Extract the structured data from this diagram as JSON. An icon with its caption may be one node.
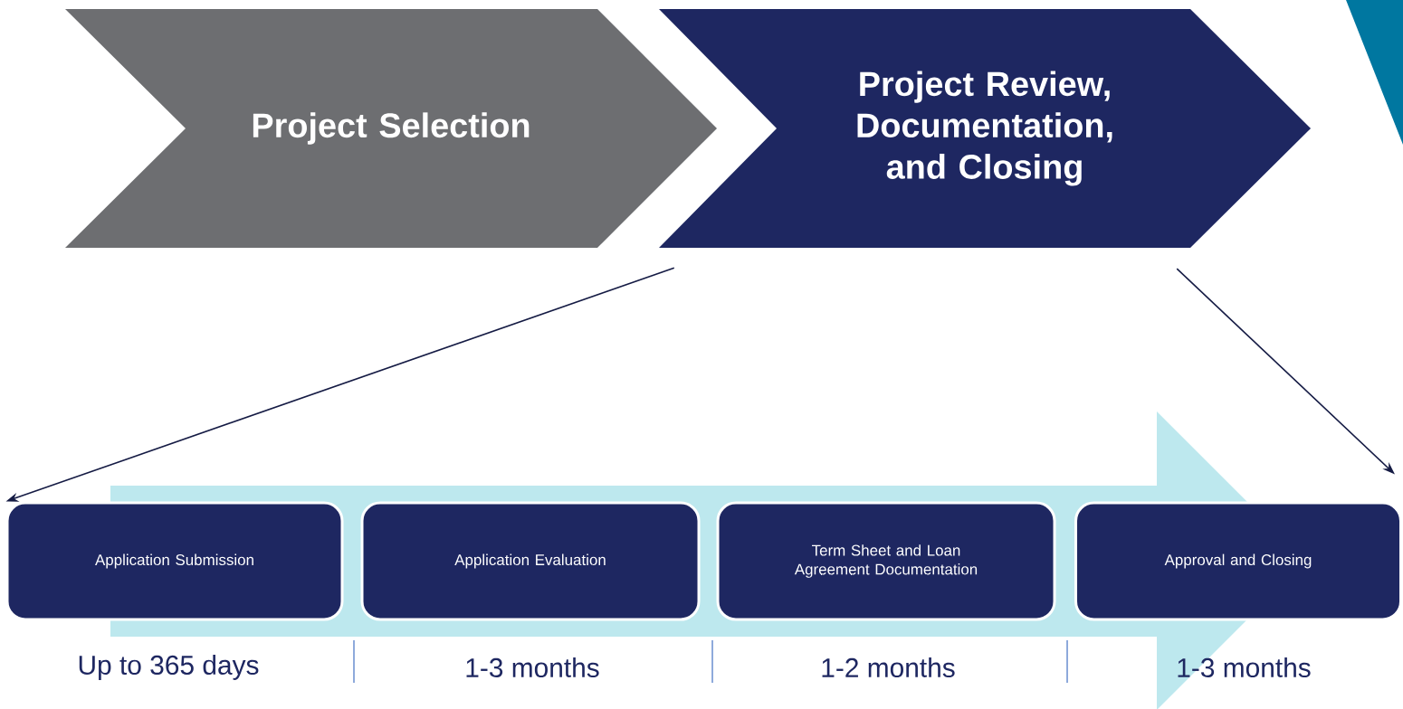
{
  "diagram": {
    "nodes": [
      {
        "text": [
          "Project Selection"
        ]
      },
      {
        "text": [
          "Project Review, Documentation, and Closing"
        ]
      },
      {
        "text": [
          "Application Submission"
        ],
        "beside": [
          "Up to 365 days"
        ]
      },
      {
        "text": [
          "Application Evaluation"
        ],
        "beside": [
          "1-3 months"
        ]
      },
      {
        "text": [
          "Term Sheet and Loan Agreement Documentation"
        ],
        "beside": [
          "1-2 months"
        ]
      },
      {
        "text": [
          "Approval and Closing"
        ],
        "beside": [
          "1-3 months"
        ]
      },
      {
        "text": [],
        "shape": "chevron"
      }
    ],
    "edges": [
      {
        "from": 1,
        "to": 2,
        "arrow": "to"
      },
      {
        "from": 1,
        "to": 5,
        "arrow": "to"
      }
    ]
  }
}
